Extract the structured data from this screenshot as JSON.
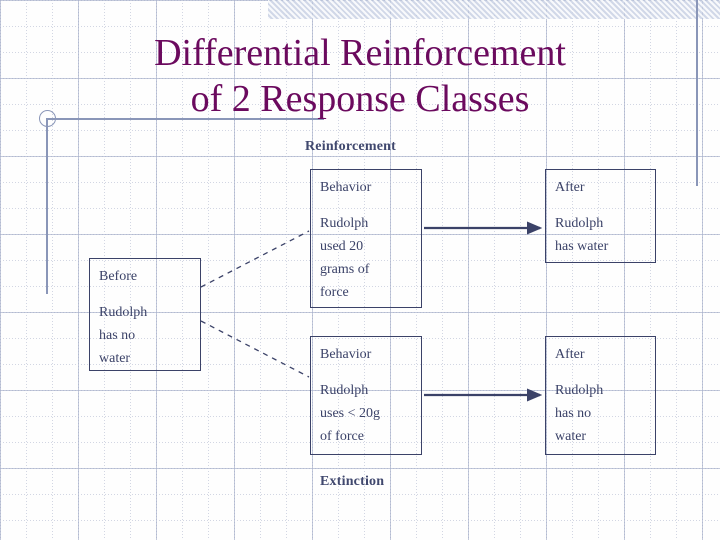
{
  "slide": {
    "title": "Differential Reinforcement\nof 2 Response Classes",
    "title_color": "#6b0a5e",
    "box_text_color": "#3b4268",
    "caption_color": "#40486e",
    "background": "graph-paper"
  },
  "captions": {
    "reinforcement": "Reinforcement",
    "extinction": "Extinction"
  },
  "boxes": {
    "before": {
      "header": "Before",
      "body": "Rudolph\nhas no\nwater"
    },
    "behavior_1": {
      "header": "Behavior",
      "body": "Rudolph\nused 20\ngrams of\nforce"
    },
    "after_1": {
      "header": "After",
      "body": "Rudolph\nhas water"
    },
    "behavior_2": {
      "header": "Behavior",
      "body": "Rudolph\nuses < 20g\nof force"
    },
    "after_2": {
      "header": "After",
      "body": "Rudolph\nhas no\nwater"
    }
  },
  "connectors": [
    {
      "name": "before-to-behavior-1",
      "style": "dashed"
    },
    {
      "name": "before-to-behavior-2",
      "style": "dashed"
    },
    {
      "name": "behavior-1-to-after-1",
      "style": "solid-arrow"
    },
    {
      "name": "behavior-2-to-after-2",
      "style": "solid-arrow"
    }
  ]
}
